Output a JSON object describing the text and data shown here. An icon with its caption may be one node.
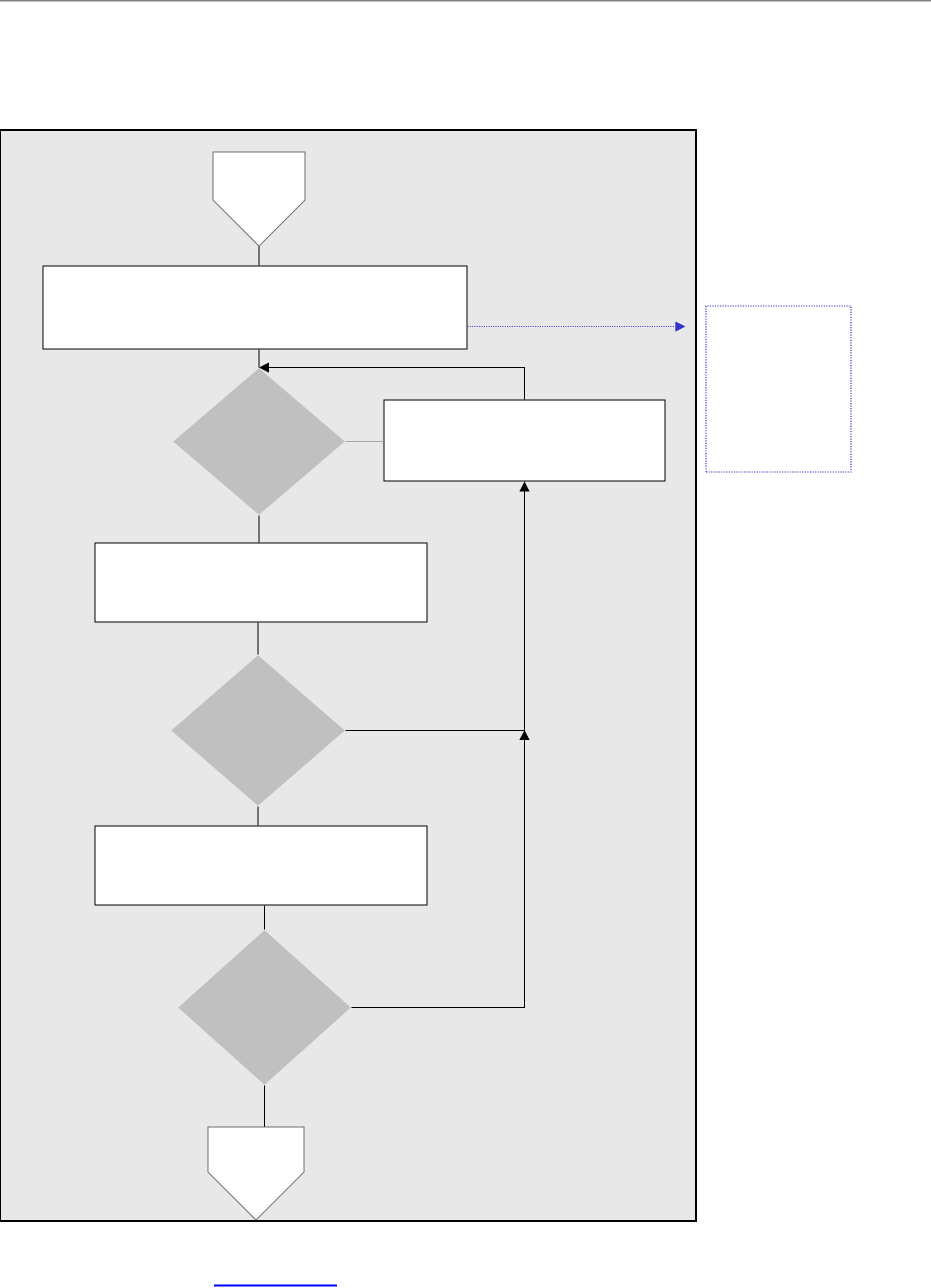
{
  "diagram": {
    "nodes": [
      {
        "text": [],
        "shape": "box"
      },
      {
        "text": [],
        "shape": "pentagon",
        "in": 0
      },
      {
        "text": [],
        "shape": "box",
        "in": 0
      },
      {
        "text": [],
        "shape": "diamond",
        "in": 0
      },
      {
        "text": [],
        "shape": "box",
        "in": 0
      },
      {
        "text": [],
        "shape": "box",
        "in": 0
      },
      {
        "text": [],
        "shape": "diamond",
        "in": 0
      },
      {
        "text": [],
        "shape": "box",
        "in": 0
      },
      {
        "text": [],
        "shape": "diamond",
        "in": 0
      },
      {
        "text": [],
        "shape": "pentagon",
        "in": 0
      },
      {
        "text": [],
        "shape": "box"
      }
    ],
    "edges": [
      {
        "from": 1,
        "to": 2,
        "arrow": "none"
      },
      {
        "from": 2,
        "to": 3,
        "arrow": "none"
      },
      {
        "from": 3,
        "to": 4,
        "arrow": "none",
        "color": "#a6a6a6"
      },
      {
        "from": 4,
        "to": 3,
        "arrow": "to"
      },
      {
        "from": 3,
        "to": 5,
        "arrow": "none"
      },
      {
        "from": 5,
        "to": 6,
        "arrow": "none"
      },
      {
        "from": 6,
        "to": 4,
        "arrow": "to"
      },
      {
        "from": 6,
        "to": 7,
        "arrow": "none"
      },
      {
        "from": 7,
        "to": 8,
        "arrow": "none"
      },
      {
        "from": 8,
        "to": 4,
        "arrow": "to"
      },
      {
        "from": 8,
        "to": 9,
        "arrow": "none"
      },
      {
        "from": 2,
        "to": 10,
        "arrow": "to",
        "style": "dashed",
        "color": "#3333cc"
      }
    ]
  }
}
